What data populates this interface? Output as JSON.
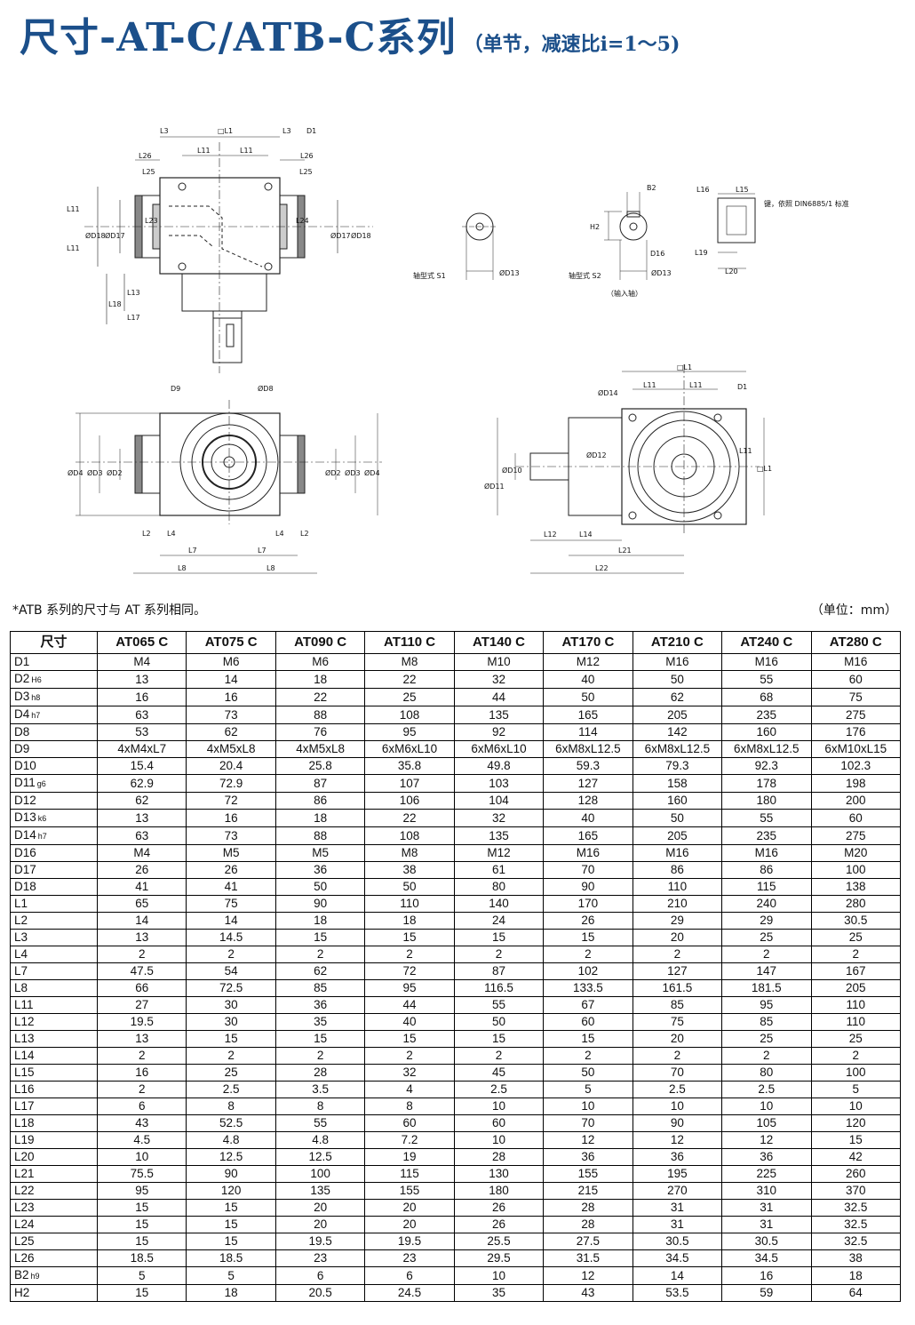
{
  "title": {
    "main": "尺寸-AT-C/ATB-C系列",
    "sub": "（单节，减速比i=1～5)"
  },
  "drawing_labels": {
    "front_top": {
      "l1": "□L1",
      "l3_left": "L3",
      "l3_right": "L3",
      "l11_a": "L11",
      "l11_b": "L11",
      "d1": "D1",
      "l26_left": "L26",
      "l26_right": "L26",
      "l25_left": "L25",
      "l25_right": "L25",
      "l23": "L23",
      "l24": "L24",
      "l11_side_a": "L11",
      "l11_side_b": "L11",
      "d17_left": "ØD17",
      "d18_left": "ØD18",
      "d17_right": "ØD17",
      "d18_right": "ØD18",
      "l13": "L13",
      "l18": "L18",
      "l17": "L17"
    },
    "shaft_s1": {
      "caption": "轴型式 S1",
      "d13": "ØD13"
    },
    "shaft_s2": {
      "caption": "轴型式 S2",
      "b2": "B2",
      "h2": "H2",
      "d16": "D16",
      "d13": "ØD13",
      "input": "（输入轴）"
    },
    "key": {
      "l16": "L16",
      "l15": "L15",
      "l19": "L19",
      "l20": "L20",
      "note": "键，依照 DIN6885/1 标准"
    },
    "bottom_left": {
      "d9": "D9",
      "d8": "ØD8",
      "d4_left": "ØD4",
      "d3_left": "ØD3",
      "d2_left": "ØD2",
      "d2_right": "ØD2",
      "d3_right": "ØD3",
      "d4_right": "ØD4",
      "l2_left": "L2",
      "l4_left": "L4",
      "l4_right": "L4",
      "l2_right": "L2",
      "l7_left": "L7",
      "l7_right": "L7",
      "l8_left": "L8",
      "l8_right": "L8"
    },
    "bottom_right": {
      "l1_top": "□L1",
      "l11_a": "L11",
      "l11_b": "L11",
      "d1": "D1",
      "d14": "ØD14",
      "d11": "ØD11",
      "d10": "ØD10",
      "d12": "ØD12",
      "l11_side_a": "L11",
      "l1_side": "□L1",
      "l12": "L12",
      "l14": "L14",
      "l21": "L21",
      "l22": "L22"
    }
  },
  "note": "*ATB 系列的尺寸与 AT 系列相同。",
  "unit": "（单位：mm）",
  "table": {
    "header": [
      "尺寸",
      "AT065 C",
      "AT075 C",
      "AT090 C",
      "AT110 C",
      "AT140 C",
      "AT170 C",
      "AT210 C",
      "AT240 C",
      "AT280 C"
    ],
    "rows": [
      {
        "label": "D1",
        "sfx": "",
        "v": [
          "M4",
          "M6",
          "M6",
          "M8",
          "M10",
          "M12",
          "M16",
          "M16",
          "M16"
        ]
      },
      {
        "label": "D2",
        "sfx": "H6",
        "v": [
          "13",
          "14",
          "18",
          "22",
          "32",
          "40",
          "50",
          "55",
          "60"
        ]
      },
      {
        "label": "D3",
        "sfx": "h8",
        "v": [
          "16",
          "16",
          "22",
          "25",
          "44",
          "50",
          "62",
          "68",
          "75"
        ]
      },
      {
        "label": "D4",
        "sfx": "h7",
        "v": [
          "63",
          "73",
          "88",
          "108",
          "135",
          "165",
          "205",
          "235",
          "275"
        ]
      },
      {
        "label": "D8",
        "sfx": "",
        "v": [
          "53",
          "62",
          "76",
          "95",
          "92",
          "114",
          "142",
          "160",
          "176"
        ]
      },
      {
        "label": "D9",
        "sfx": "",
        "v": [
          "4xM4xL7",
          "4xM5xL8",
          "4xM5xL8",
          "6xM6xL10",
          "6xM6xL10",
          "6xM8xL12.5",
          "6xM8xL12.5",
          "6xM8xL12.5",
          "6xM10xL15"
        ]
      },
      {
        "label": "D10",
        "sfx": "",
        "v": [
          "15.4",
          "20.4",
          "25.8",
          "35.8",
          "49.8",
          "59.3",
          "79.3",
          "92.3",
          "102.3"
        ]
      },
      {
        "label": "D11",
        "sfx": "g6",
        "v": [
          "62.9",
          "72.9",
          "87",
          "107",
          "103",
          "127",
          "158",
          "178",
          "198"
        ]
      },
      {
        "label": "D12",
        "sfx": "",
        "v": [
          "62",
          "72",
          "86",
          "106",
          "104",
          "128",
          "160",
          "180",
          "200"
        ]
      },
      {
        "label": "D13",
        "sfx": "k6",
        "v": [
          "13",
          "16",
          "18",
          "22",
          "32",
          "40",
          "50",
          "55",
          "60"
        ]
      },
      {
        "label": "D14",
        "sfx": "h7",
        "v": [
          "63",
          "73",
          "88",
          "108",
          "135",
          "165",
          "205",
          "235",
          "275"
        ]
      },
      {
        "label": "D16",
        "sfx": "",
        "v": [
          "M4",
          "M5",
          "M5",
          "M8",
          "M12",
          "M16",
          "M16",
          "M16",
          "M20"
        ]
      },
      {
        "label": "D17",
        "sfx": "",
        "v": [
          "26",
          "26",
          "36",
          "38",
          "61",
          "70",
          "86",
          "86",
          "100"
        ]
      },
      {
        "label": "D18",
        "sfx": "",
        "v": [
          "41",
          "41",
          "50",
          "50",
          "80",
          "90",
          "110",
          "115",
          "138"
        ]
      },
      {
        "label": "L1",
        "sfx": "",
        "v": [
          "65",
          "75",
          "90",
          "110",
          "140",
          "170",
          "210",
          "240",
          "280"
        ]
      },
      {
        "label": "L2",
        "sfx": "",
        "v": [
          "14",
          "14",
          "18",
          "18",
          "24",
          "26",
          "29",
          "29",
          "30.5"
        ]
      },
      {
        "label": "L3",
        "sfx": "",
        "v": [
          "13",
          "14.5",
          "15",
          "15",
          "15",
          "15",
          "20",
          "25",
          "25"
        ]
      },
      {
        "label": "L4",
        "sfx": "",
        "v": [
          "2",
          "2",
          "2",
          "2",
          "2",
          "2",
          "2",
          "2",
          "2"
        ]
      },
      {
        "label": "L7",
        "sfx": "",
        "v": [
          "47.5",
          "54",
          "62",
          "72",
          "87",
          "102",
          "127",
          "147",
          "167"
        ]
      },
      {
        "label": "L8",
        "sfx": "",
        "v": [
          "66",
          "72.5",
          "85",
          "95",
          "116.5",
          "133.5",
          "161.5",
          "181.5",
          "205"
        ]
      },
      {
        "label": "L11",
        "sfx": "",
        "v": [
          "27",
          "30",
          "36",
          "44",
          "55",
          "67",
          "85",
          "95",
          "110"
        ]
      },
      {
        "label": "L12",
        "sfx": "",
        "v": [
          "19.5",
          "30",
          "35",
          "40",
          "50",
          "60",
          "75",
          "85",
          "110"
        ]
      },
      {
        "label": "L13",
        "sfx": "",
        "v": [
          "13",
          "15",
          "15",
          "15",
          "15",
          "15",
          "20",
          "25",
          "25"
        ]
      },
      {
        "label": "L14",
        "sfx": "",
        "v": [
          "2",
          "2",
          "2",
          "2",
          "2",
          "2",
          "2",
          "2",
          "2"
        ]
      },
      {
        "label": "L15",
        "sfx": "",
        "v": [
          "16",
          "25",
          "28",
          "32",
          "45",
          "50",
          "70",
          "80",
          "100"
        ]
      },
      {
        "label": "L16",
        "sfx": "",
        "v": [
          "2",
          "2.5",
          "3.5",
          "4",
          "2.5",
          "5",
          "2.5",
          "2.5",
          "5"
        ]
      },
      {
        "label": "L17",
        "sfx": "",
        "v": [
          "6",
          "8",
          "8",
          "8",
          "10",
          "10",
          "10",
          "10",
          "10"
        ]
      },
      {
        "label": "L18",
        "sfx": "",
        "v": [
          "43",
          "52.5",
          "55",
          "60",
          "60",
          "70",
          "90",
          "105",
          "120"
        ]
      },
      {
        "label": "L19",
        "sfx": "",
        "v": [
          "4.5",
          "4.8",
          "4.8",
          "7.2",
          "10",
          "12",
          "12",
          "12",
          "15"
        ]
      },
      {
        "label": "L20",
        "sfx": "",
        "v": [
          "10",
          "12.5",
          "12.5",
          "19",
          "28",
          "36",
          "36",
          "36",
          "42"
        ]
      },
      {
        "label": "L21",
        "sfx": "",
        "v": [
          "75.5",
          "90",
          "100",
          "115",
          "130",
          "155",
          "195",
          "225",
          "260"
        ]
      },
      {
        "label": "L22",
        "sfx": "",
        "v": [
          "95",
          "120",
          "135",
          "155",
          "180",
          "215",
          "270",
          "310",
          "370"
        ]
      },
      {
        "label": "L23",
        "sfx": "",
        "v": [
          "15",
          "15",
          "20",
          "20",
          "26",
          "28",
          "31",
          "31",
          "32.5"
        ]
      },
      {
        "label": "L24",
        "sfx": "",
        "v": [
          "15",
          "15",
          "20",
          "20",
          "26",
          "28",
          "31",
          "31",
          "32.5"
        ]
      },
      {
        "label": "L25",
        "sfx": "",
        "v": [
          "15",
          "15",
          "19.5",
          "19.5",
          "25.5",
          "27.5",
          "30.5",
          "30.5",
          "32.5"
        ]
      },
      {
        "label": "L26",
        "sfx": "",
        "v": [
          "18.5",
          "18.5",
          "23",
          "23",
          "29.5",
          "31.5",
          "34.5",
          "34.5",
          "38"
        ]
      },
      {
        "label": "B2",
        "sfx": "h9",
        "v": [
          "5",
          "5",
          "6",
          "6",
          "10",
          "12",
          "14",
          "16",
          "18"
        ]
      },
      {
        "label": "H2",
        "sfx": "",
        "v": [
          "15",
          "18",
          "20.5",
          "24.5",
          "35",
          "43",
          "53.5",
          "59",
          "64"
        ]
      }
    ]
  }
}
